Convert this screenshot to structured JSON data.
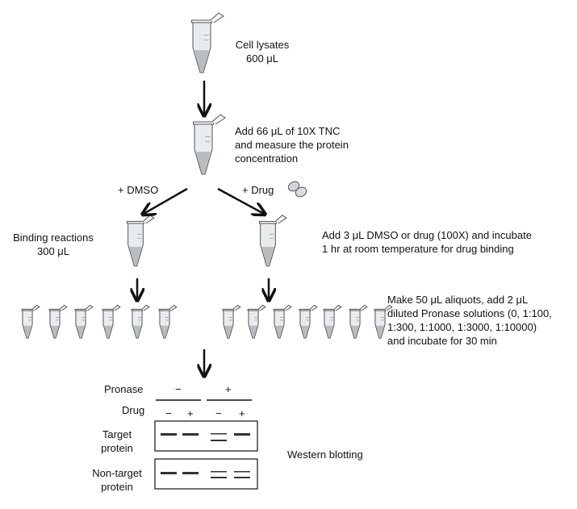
{
  "steps": {
    "lysate": {
      "line1": "Cell lysates",
      "line2": "600 μL"
    },
    "tnc": {
      "line1": "Add 66 μL of 10X TNC",
      "line2": "and measure the protein",
      "line3": "concentration"
    },
    "dmso_label": "+ DMSO",
    "drug_label": "+ Drug",
    "binding": {
      "line1": "Binding reactions",
      "line2": "300 μL"
    },
    "incubate": {
      "line1": "Add 3 μL DMSO or drug (100X) and incubate",
      "line2": "1 hr at room temperature for drug binding"
    },
    "aliquots": {
      "line1": "Make 50 μL aliquots, add 2 μL",
      "line2": "diluted Pronase solutions (0, 1:100,",
      "line3": "1:300, 1:1000, 1:3000, 1:10000)",
      "line4": "and incubate for 30 min"
    }
  },
  "blot": {
    "pronase_label": "Pronase",
    "pronase_minus": "−",
    "pronase_plus": "+",
    "drug_label": "Drug",
    "lanes": [
      "−",
      "+",
      "−",
      "+"
    ],
    "target": {
      "line1": "Target",
      "line2": "protein"
    },
    "nontarget": {
      "line1": "Non-target",
      "line2": "protein"
    },
    "caption": "Western blotting"
  },
  "colors": {
    "line": "#111111",
    "tube_fill": "#e9ecef",
    "tube_edge": "#555555",
    "liquid": "#b9bcc0",
    "band": "#333333"
  }
}
